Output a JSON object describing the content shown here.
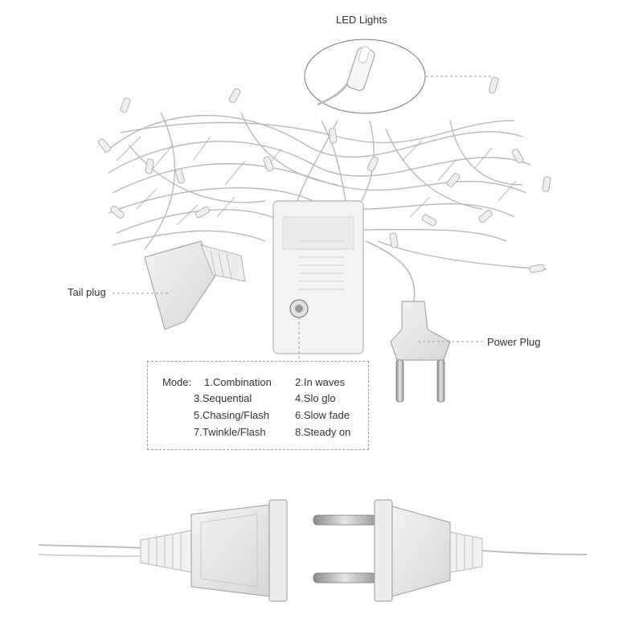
{
  "labels": {
    "led_lights": "LED Lights",
    "tail_plug": "Tail plug",
    "power_plug": "Power Plug"
  },
  "modes": {
    "heading": "Mode:",
    "items": [
      "1.Combination",
      "2.In waves",
      "3.Sequential",
      "4.Slo glo",
      "5.Chasing/Flash",
      "6.Slow fade",
      "7.Twinkle/Flash",
      "8.Steady on"
    ]
  }
}
